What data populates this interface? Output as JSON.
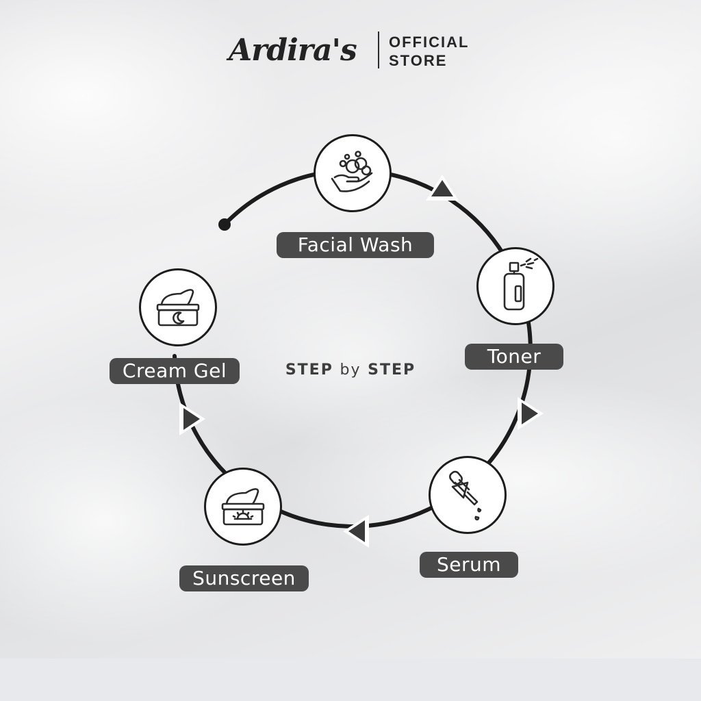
{
  "header": {
    "brand_name": "Ardira's",
    "store_line1": "OFFICIAL",
    "store_line2": "STORE"
  },
  "diagram": {
    "title_part1": "STEP",
    "title_part2": "by",
    "title_part3": "STEP",
    "steps": [
      {
        "label": "Facial Wash",
        "icon": "hand-foam-icon"
      },
      {
        "label": "Toner",
        "icon": "spray-bottle-icon"
      },
      {
        "label": "Serum",
        "icon": "dropper-icon"
      },
      {
        "label": "Sunscreen",
        "icon": "sun-cream-jar-icon"
      },
      {
        "label": "Cream Gel",
        "icon": "moon-cream-jar-icon"
      }
    ],
    "colors": {
      "line": "#1c1c1c",
      "label_bg": "#4a4a4a",
      "label_text": "#ffffff",
      "arrow": "#3a3a3a"
    }
  }
}
